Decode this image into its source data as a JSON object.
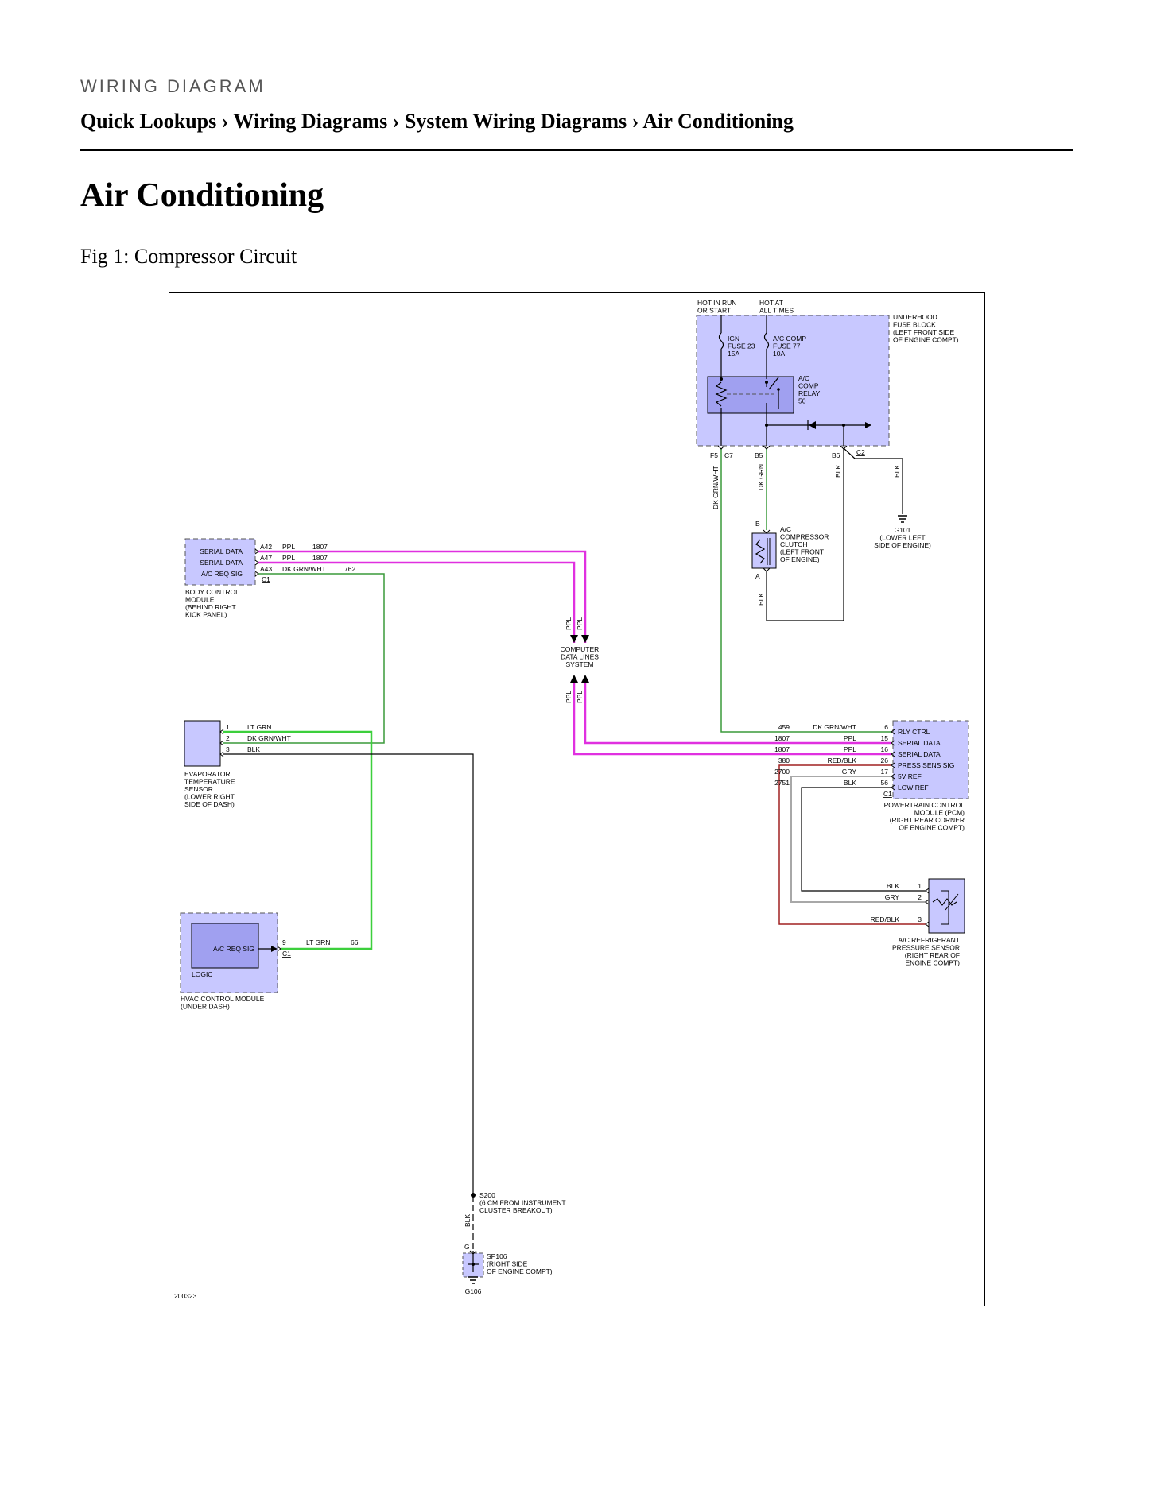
{
  "header": {
    "kicker": "WIRING DIAGRAM",
    "breadcrumb": "Quick Lookups › Wiring Diagrams › System Wiring Diagrams › Air Conditioning",
    "title": "Air Conditioning",
    "figure_caption": "Fig 1: Compressor Circuit"
  },
  "diagram": {
    "colors": {
      "ppl": "#e030e0",
      "lt_grn": "#3ccf3c",
      "dk_grn": "#3a9a3a",
      "blk": "#000000",
      "gry": "#a8a8a8",
      "red_blk": "#a02020",
      "module_fill": "#c8c8ff",
      "inner_fill": "#a0a0f0"
    },
    "fuse_block": {
      "hot_run": "HOT IN RUN\nOR START",
      "hot_all": "HOT AT\nALL TIMES",
      "label": "UNDERHOOD\nFUSE BLOCK\n(LEFT FRONT SIDE\nOF ENGINE COMPT)",
      "fuse23": "IGN\nFUSE 23\n15A",
      "fuse77": "A/C COMP\nFUSE 77\n10A",
      "relay": "A/C\nCOMP\nRELAY\n50",
      "pin_f5": "F5",
      "conn_c7": "C7",
      "pin_b5": "B5",
      "pin_b6": "B6",
      "conn_c2": "C2"
    },
    "wires": {
      "dk_grn_wht": "DK GRN/WHT",
      "dk_grn": "DK GRN",
      "blk": "BLK",
      "ppl": "PPL",
      "lt_grn": "LT GRN",
      "red_blk": "RED/BLK",
      "gry": "GRY"
    },
    "g101": "G101\n(LOWER LEFT\nSIDE OF ENGINE)",
    "clutch": {
      "pin_b": "B",
      "pin_a": "A",
      "label": "A/C\nCOMPRESSOR\nCLUTCH\n(LEFT FRONT\nOF ENGINE)"
    },
    "bcm": {
      "pins": [
        {
          "label": "SERIAL DATA",
          "pin": "A42",
          "color": "PPL",
          "circuit": "1807"
        },
        {
          "label": "SERIAL DATA",
          "pin": "A47",
          "color": "PPL",
          "circuit": "1807"
        },
        {
          "label": "A/C REQ SIG",
          "pin": "A43",
          "color": "DK GRN/WHT",
          "circuit": "762"
        }
      ],
      "conn": "C1",
      "name": "BODY CONTROL\nMODULE\n(BEHIND RIGHT\nKICK PANEL)"
    },
    "cdls": "COMPUTER\nDATA LINES\nSYSTEM",
    "evap": {
      "pins": [
        {
          "pin": "1",
          "color": "LT GRN"
        },
        {
          "pin": "2",
          "color": "DK GRN/WHT"
        },
        {
          "pin": "3",
          "color": "BLK"
        }
      ],
      "name": "EVAPORATOR\nTEMPERATURE\nSENSOR\n(LOWER RIGHT\nSIDE OF DASH)"
    },
    "pcm": {
      "pins": [
        {
          "circuit": "459",
          "color": "DK GRN/WHT",
          "pin": "6",
          "label": "RLY CTRL"
        },
        {
          "circuit": "1807",
          "color": "PPL",
          "pin": "15",
          "label": "SERIAL DATA"
        },
        {
          "circuit": "1807",
          "color": "PPL",
          "pin": "16",
          "label": "SERIAL DATA"
        },
        {
          "circuit": "380",
          "color": "RED/BLK",
          "pin": "26",
          "label": "PRESS SENS SIG"
        },
        {
          "circuit": "2700",
          "color": "GRY",
          "pin": "17",
          "label": "5V REF"
        },
        {
          "circuit": "2751",
          "color": "BLK",
          "pin": "56",
          "label": "LOW REF"
        }
      ],
      "conn": "C1",
      "name": "POWERTRAIN CONTROL\nMODULE (PCM)\n(RIGHT REAR CORNER\nOF ENGINE COMPT)"
    },
    "hvac": {
      "sig": "A/C REQ SIG",
      "logic": "LOGIC",
      "pin": "9",
      "color": "LT GRN",
      "circuit": "66",
      "conn": "C1",
      "name": "HVAC CONTROL MODULE\n(UNDER DASH)"
    },
    "pressure_sensor": {
      "pins": [
        {
          "color": "BLK",
          "pin": "1"
        },
        {
          "color": "GRY",
          "pin": "2"
        },
        {
          "color": "RED/BLK",
          "pin": "3"
        }
      ],
      "name": "A/C REFRIGERANT\nPRESSURE SENSOR\n(RIGHT REAR OF\nENGINE COMPT)"
    },
    "s200": "S200\n(6 CM FROM INSTRUMENT\nCLUSTER BREAKOUT)",
    "sp106": "SP106\n(RIGHT SIDE\nOF ENGINE COMPT)",
    "g_pin": "G",
    "g106": "G106",
    "doc_number": "200323"
  }
}
